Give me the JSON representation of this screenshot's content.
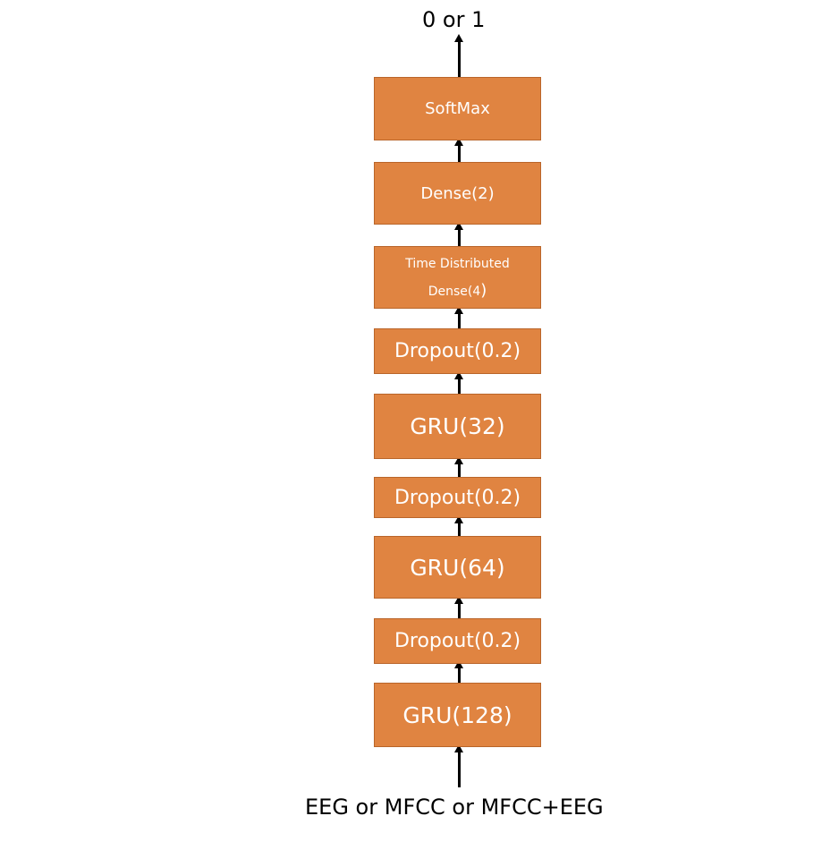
{
  "diagram": {
    "output_label": "0 or 1",
    "input_label": "EEG or MFCC or MFCC+EEG",
    "layers": [
      {
        "id": "softmax",
        "text": "SoftMax"
      },
      {
        "id": "dense-2",
        "text": "Dense(2)"
      },
      {
        "id": "time-distributed",
        "line1": "Time Distributed",
        "line2": "Dense(4",
        "line2_end": ")"
      },
      {
        "id": "dropout-3",
        "text": "Dropout(0.2)"
      },
      {
        "id": "gru-32",
        "text": "GRU(32)"
      },
      {
        "id": "dropout-2",
        "text": "Dropout(0.2)"
      },
      {
        "id": "gru-64",
        "text": "GRU(64)"
      },
      {
        "id": "dropout-1",
        "text": "Dropout(0.2)"
      },
      {
        "id": "gru-128",
        "text": "GRU(128)"
      }
    ],
    "colors": {
      "box_fill": "#e08441",
      "box_text": "#ffffff",
      "arrow": "#000000"
    }
  }
}
